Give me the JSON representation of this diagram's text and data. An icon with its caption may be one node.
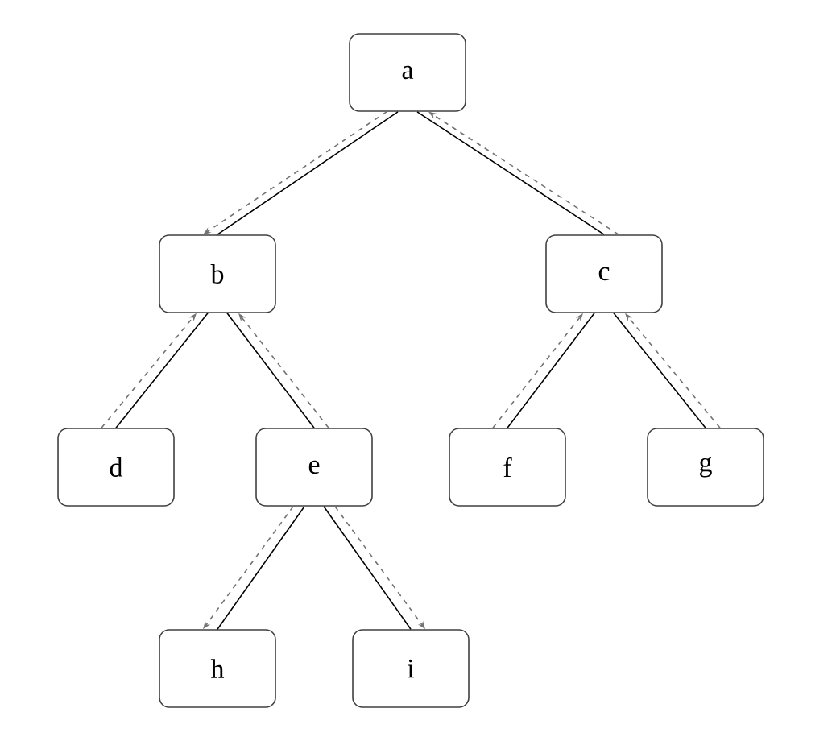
{
  "diagram": {
    "nodes": [
      {
        "text": [
          "a"
        ]
      },
      {
        "text": [
          "b"
        ]
      },
      {
        "text": [
          "c"
        ]
      },
      {
        "text": [
          "d"
        ]
      },
      {
        "text": [
          "e"
        ]
      },
      {
        "text": [
          "f"
        ]
      },
      {
        "text": [
          "g"
        ]
      },
      {
        "text": [
          "h"
        ]
      },
      {
        "text": [
          "i"
        ]
      }
    ],
    "edges": [
      {
        "from": 0,
        "to": 1,
        "arrow": "none"
      },
      {
        "from": 0,
        "to": 2,
        "arrow": "none"
      },
      {
        "from": 1,
        "to": 3,
        "arrow": "none"
      },
      {
        "from": 1,
        "to": 4,
        "arrow": "none"
      },
      {
        "from": 2,
        "to": 5,
        "arrow": "none"
      },
      {
        "from": 2,
        "to": 6,
        "arrow": "none"
      },
      {
        "from": 4,
        "to": 7,
        "arrow": "none"
      },
      {
        "from": 4,
        "to": 8,
        "arrow": "none"
      },
      {
        "from": 0,
        "to": 1,
        "arrow": "to",
        "style": "dashed",
        "color": "#737373"
      },
      {
        "from": 2,
        "to": 0,
        "arrow": "to",
        "style": "dashed",
        "color": "#737373"
      },
      {
        "from": 3,
        "to": 1,
        "arrow": "to",
        "style": "dashed",
        "color": "#737373"
      },
      {
        "from": 4,
        "to": 1,
        "arrow": "to",
        "style": "dashed",
        "color": "#737373"
      },
      {
        "from": 5,
        "to": 2,
        "arrow": "to",
        "style": "dashed",
        "color": "#737373"
      },
      {
        "from": 6,
        "to": 2,
        "arrow": "to",
        "style": "dashed",
        "color": "#737373"
      },
      {
        "from": 4,
        "to": 7,
        "arrow": "to",
        "style": "dashed",
        "color": "#737373"
      },
      {
        "from": 4,
        "to": 8,
        "arrow": "to",
        "style": "dashed",
        "color": "#737373"
      }
    ]
  }
}
